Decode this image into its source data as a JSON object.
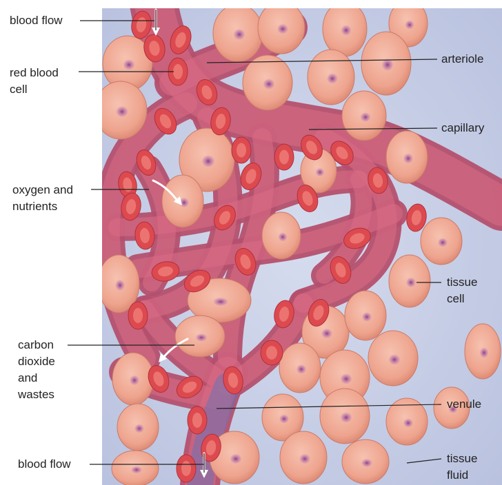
{
  "labels": {
    "blood_flow_top": "blood flow",
    "red_blood_cell": "red blood\ncell",
    "oxygen_nutrients": "oxygen and\nnutrients",
    "carbon_dioxide": "carbon\ndioxide\nand\nwastes",
    "blood_flow_bottom": "blood flow",
    "arteriole": "arteriole",
    "capillary": "capillary",
    "tissue_cell": "tissue\ncell",
    "venule": "venule",
    "tissue_fluid": "tissue\nfluid"
  },
  "colors": {
    "background": "#c3cbe3",
    "vessel": "#b4506e",
    "vessel_light": "#d86a84",
    "venous": "#6c72b4",
    "tissue_cell": "#eea48e",
    "tissue_cell_nucleus": "#a45aa6",
    "rbc": "#dc4a50",
    "rbc_center": "#f07e78",
    "leader_line": "#222222"
  }
}
